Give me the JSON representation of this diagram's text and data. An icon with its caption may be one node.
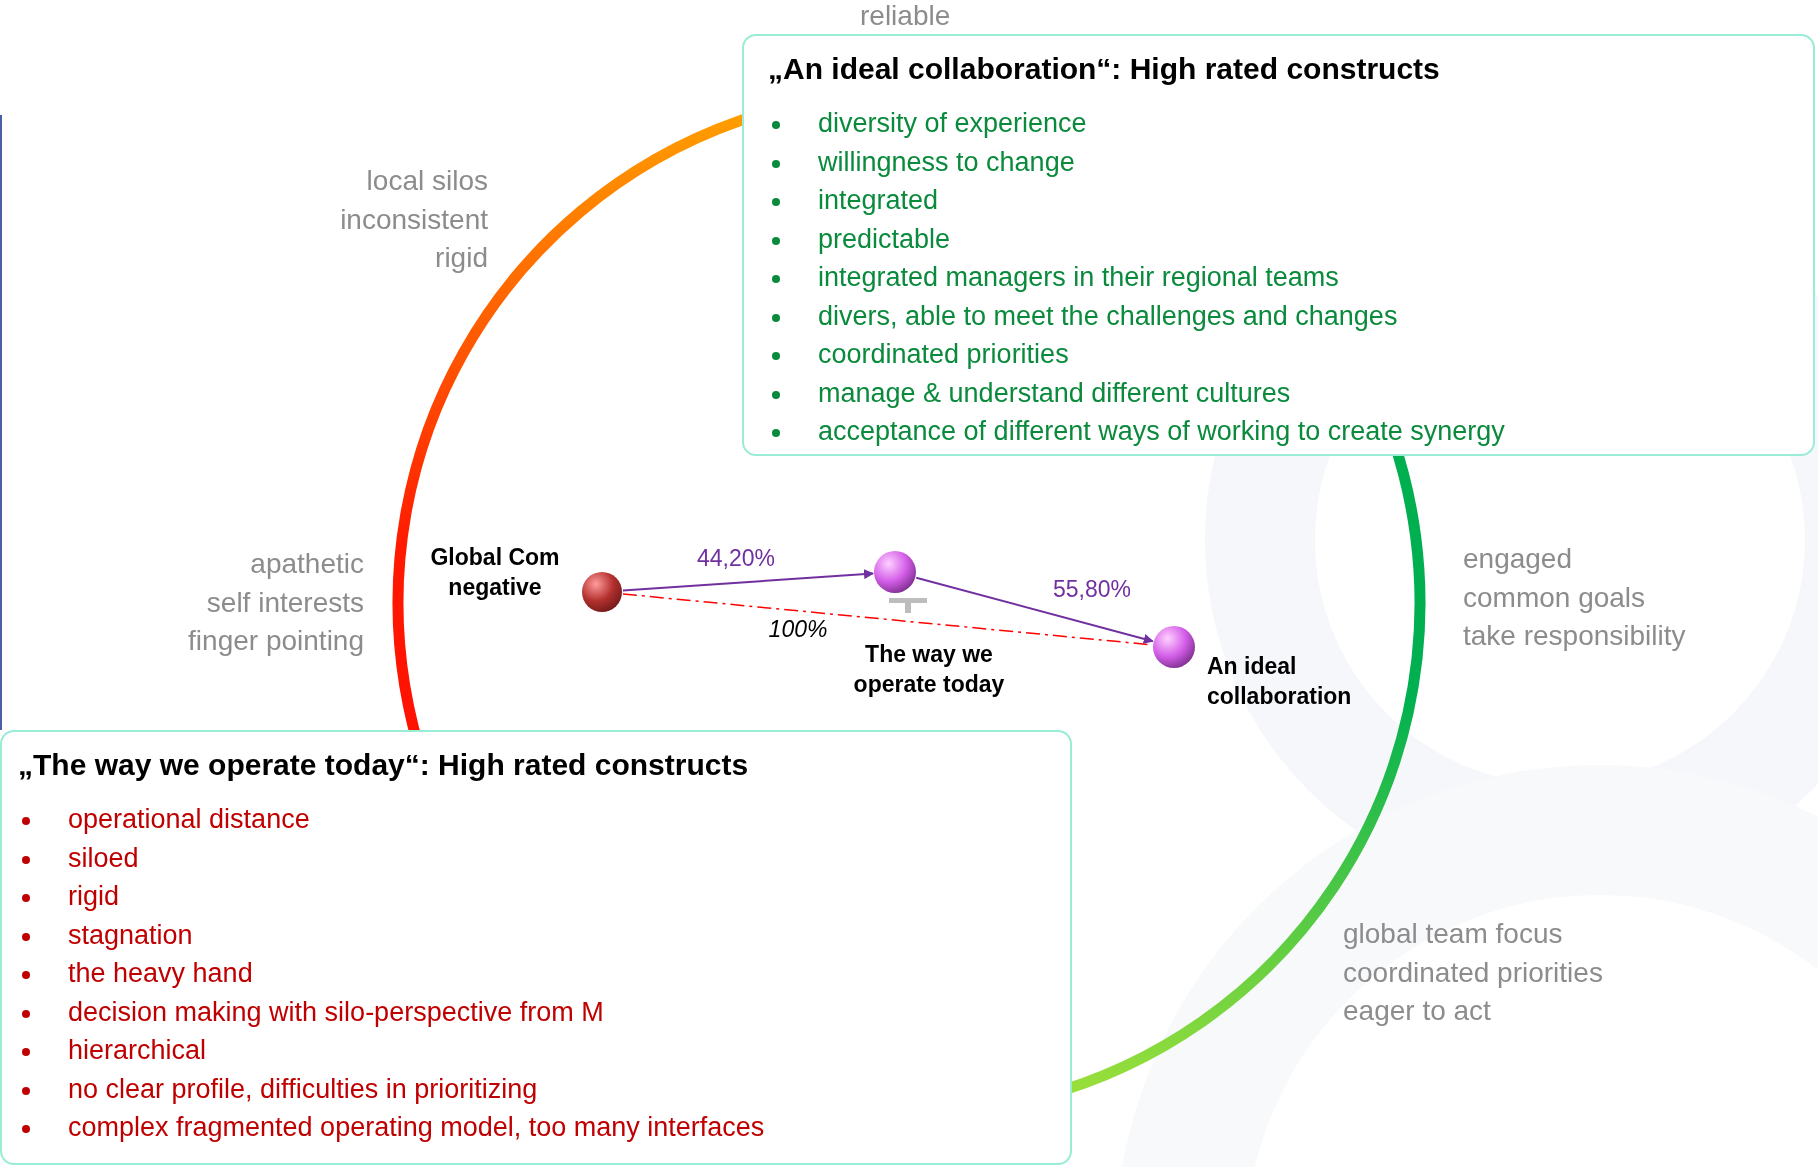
{
  "diagram": {
    "nodes": [
      {
        "text": [
          "„An ideal collaboration“: High rated constructs",
          "diversity of experience",
          "willingness to change",
          "integrated",
          "predictable",
          "integrated managers in their regional teams",
          "divers, able to meet the challenges and changes",
          "coordinated priorities",
          "manage & understand different cultures",
          "acceptance of different ways of working to create synergy"
        ]
      },
      {
        "text": [
          "Global Com negative"
        ]
      },
      {
        "text": [
          "The way we operate today"
        ]
      },
      {
        "text": [
          "An ideal collaboration"
        ]
      },
      {
        "text": [
          "„The way we operate today“: High rated constructs",
          "operational distance",
          "siloed",
          "rigid",
          "stagnation",
          "the heavy hand",
          "decision making with silo-perspective from M",
          "hierarchical",
          "no clear profile, difficulties in prioritizing",
          "complex fragmented operating model, too many interfaces"
        ]
      }
    ],
    "edges": [
      {
        "from": 1,
        "to": 2,
        "arrow": "to",
        "label": "44,20%"
      },
      {
        "from": 2,
        "to": 3,
        "arrow": "to",
        "label": "55,80%"
      },
      {
        "from": 1,
        "to": 3,
        "arrow": "none",
        "label": "100%",
        "style": "dashed",
        "color": "#ff0000"
      }
    ],
    "labels": [
      "reliable",
      "local silos",
      "inconsistent",
      "rigid",
      "apathetic",
      "self interests",
      "finger pointing",
      "engaged",
      "common goals",
      "take responsibility",
      "global team focus",
      "coordinated priorities",
      "eager to act"
    ]
  }
}
